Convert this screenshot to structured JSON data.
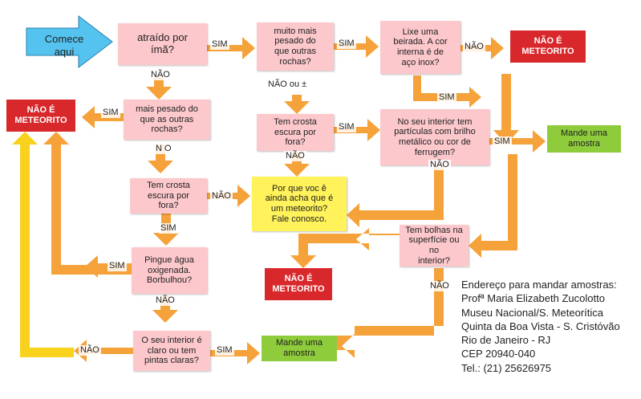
{
  "start": {
    "line1": "Comece",
    "line2": "aqui"
  },
  "nodes": {
    "q1": [
      "atraído  por",
      "ímã?"
    ],
    "q2": [
      "muito mais",
      "pesado do",
      "que outras",
      "rochas?"
    ],
    "q3": [
      "Lixe uma",
      "beirada. A cor",
      "interna é de",
      "aço inox?"
    ],
    "q4": [
      "mais pesado do",
      "que as outras",
      "rochas?"
    ],
    "q5": [
      "Tem crosta",
      "escura por",
      "fora?"
    ],
    "q6": [
      "No seu interior tem",
      "partículas com brilho",
      "metálico ou cor de",
      "ferrugem?"
    ],
    "q7": [
      "Tem crosta",
      "escura por",
      "fora?"
    ],
    "q8": [
      "Por que voc ê",
      "ainda acha que é",
      "um meteorito?",
      "Fale conosco."
    ],
    "q9": [
      "Tem bolhas na",
      "superfície ou no",
      "interior?"
    ],
    "q10": [
      "Pingue  água",
      "oxigenada.",
      "Borbulhou?"
    ],
    "q11": [
      "O seu interior é",
      "claro ou tem",
      "pintas claras?"
    ],
    "nm1": [
      "NÃO É",
      "METEORITO"
    ],
    "nm2": [
      "NÃO É",
      "METEORITO"
    ],
    "nm3": [
      "NÃO É",
      "METEORITO"
    ],
    "send1": [
      "Mande uma",
      "amostra"
    ],
    "send2": [
      "Mande uma",
      "amostra"
    ]
  },
  "labels": {
    "sim_q1_q2": "SIM",
    "sim_q2_q3": "SIM",
    "nao_q3": "NÃO",
    "nao_ou": "NÃO ou ±",
    "sim_q3_down": "SIM",
    "nao_q1": "NÃO",
    "sim_q4": "SIM",
    "n_o_q4": "N O",
    "sim_q5": "SIM",
    "sim_q6": "SIM",
    "nao_q5": "NÃO",
    "nao_q6": "NÃO",
    "nao_q7": "NÃO",
    "sim_q7": "SIM",
    "sim_q10": "SIM",
    "nao_q10": "NÃO",
    "nao_q9": "NÃO",
    "nao_q11": "NÃO",
    "sim_q11": "SIM"
  },
  "address": [
    "Endereço para mandar amostras:",
    "Profª Maria Elizabeth Zucolotto",
    "Museu Nacional/S. Meteorítica",
    "Quinta da Boa Vista - S. Cristóvão",
    "Rio de Janeiro - RJ",
    "CEP 20940-040",
    "Tel.: (21) 25626975"
  ],
  "colors": {
    "arrow_orange": "#f6a23a",
    "arrow_yellow": "#f8d21c",
    "start_blue": "#55c3ef",
    "question_pink": "#fcc8cc",
    "not_meteorite_red": "#d8282b",
    "send_green": "#8ecc3c",
    "contact_yellow": "#fff25a"
  }
}
